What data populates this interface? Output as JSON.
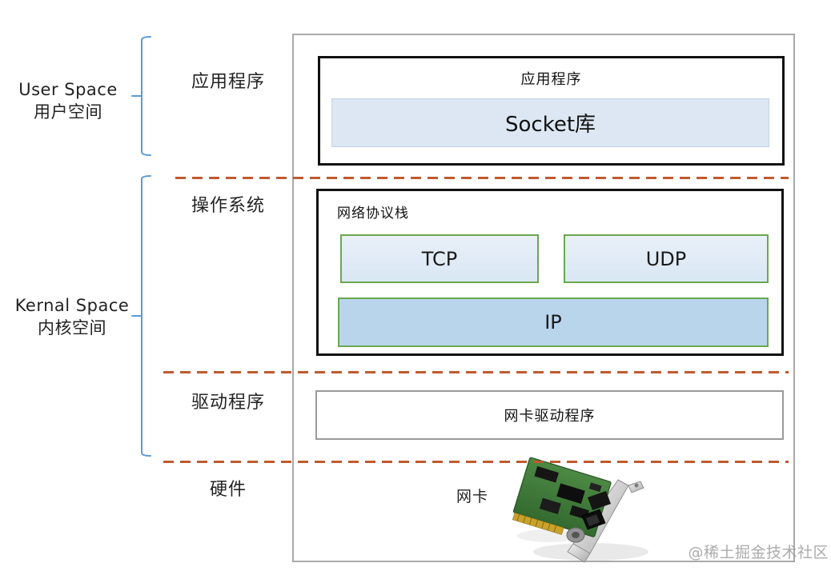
{
  "colors": {
    "dashed_separator": "#C05A2D",
    "bracket": "#5B9BD5",
    "socket_fill": "#DCE7F3",
    "tcp_udp_fill": "#DCE9F5",
    "ip_fill": "#B9D5EC",
    "protocol_border": "#6AA84F",
    "outer_box_border": "#A9A9A9"
  },
  "left_column": {
    "user_space": {
      "line1": "User Space",
      "line2": "用户空间"
    },
    "kernel_space": {
      "line1": "Kernal Space",
      "line2": "内核空间"
    }
  },
  "layers": {
    "application": "应用程序",
    "operating_system": "操作系统",
    "driver": "驱动程序",
    "hardware": "硬件"
  },
  "main_diagram": {
    "app_box": {
      "title": "应用程序",
      "socket_library": "Socket库"
    },
    "protocol_stack": {
      "title": "网络协议栈",
      "tcp": "TCP",
      "udp": "UDP",
      "ip": "IP"
    },
    "driver_box": {
      "label": "网卡驱动程序"
    },
    "hardware_row": {
      "nic_label": "网卡",
      "nic_image": "network-interface-card-photo"
    }
  },
  "watermark": "@稀土掘金技术社区"
}
